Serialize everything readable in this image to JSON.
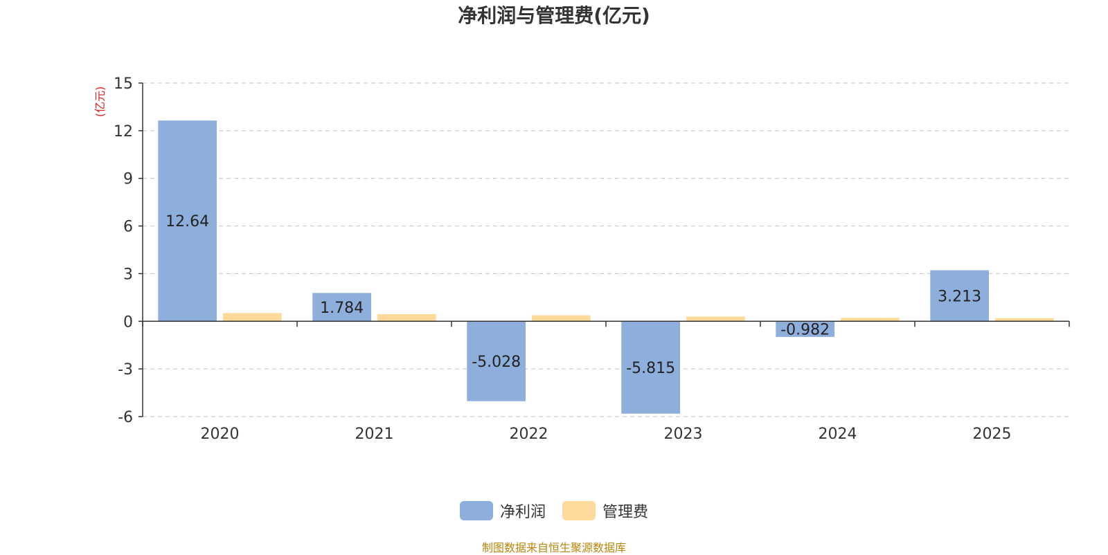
{
  "colors": {
    "net_profit": "#8eaedb",
    "mgmt_fee": "#fdd99a",
    "ylabel": "#e02020",
    "source": "#b8860b"
  },
  "chart_data": {
    "type": "bar",
    "title": "净利润与管理费(亿元)",
    "ylabel": "(亿元)",
    "xlabel": "",
    "categories": [
      "2020",
      "2021",
      "2022",
      "2023",
      "2024",
      "2025"
    ],
    "ylim": [
      -6,
      15
    ],
    "yticks": [
      -6,
      -3,
      0,
      3,
      6,
      9,
      12,
      15
    ],
    "grid": true,
    "legend_position": "bottom",
    "series": [
      {
        "name": "净利润",
        "values": [
          12.64,
          1.784,
          -5.028,
          -5.815,
          -0.982,
          3.213
        ],
        "labels": [
          "12.64",
          "1.784",
          "-5.028",
          "-5.815",
          "-0.982",
          "3.213"
        ]
      },
      {
        "name": "管理费",
        "values": [
          0.52,
          0.45,
          0.38,
          0.3,
          0.22,
          0.2
        ]
      }
    ]
  },
  "footer": {
    "source": "制图数据来自恒生聚源数据库"
  }
}
